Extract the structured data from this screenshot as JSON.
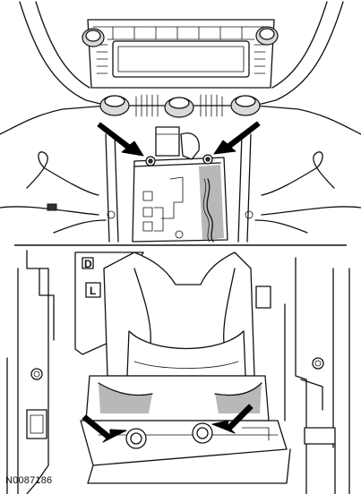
{
  "figure": {
    "id_label": "N0087186",
    "gear_labels": [
      "D",
      "L"
    ]
  },
  "callouts": {
    "top_view_bolt_count": 2,
    "bottom_view_bolt_count": 2
  },
  "colors": {
    "line": "#111111",
    "arrow": "#000000",
    "background": "#ffffff"
  }
}
